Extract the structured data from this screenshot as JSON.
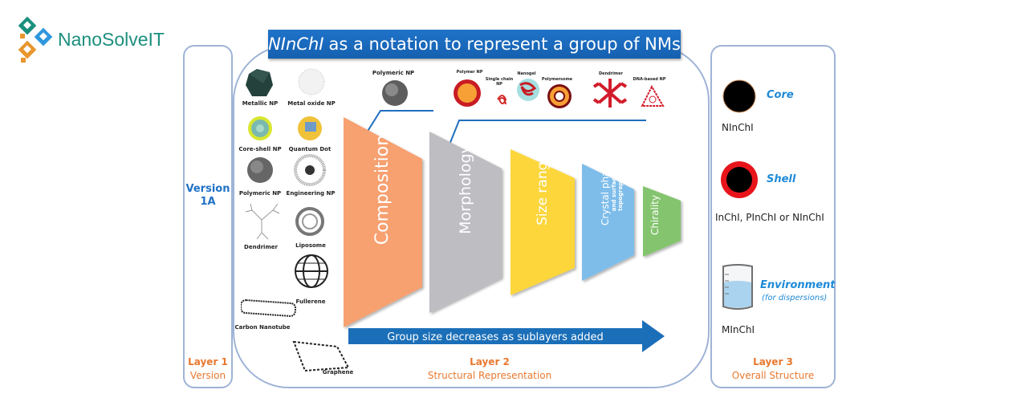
{
  "logo": {
    "text": "NanoSolveIT",
    "icon": "nanosolveit-logo-icon"
  },
  "title": {
    "italic": "NInChI",
    "rest": "as a notation to represent a group of NMs"
  },
  "layer1": {
    "version_line1": "Version",
    "version_line2": "1A",
    "layer_label": "Layer 1",
    "layer_name": "Version"
  },
  "layer2": {
    "layer_label": "Layer 2",
    "layer_name": "Structural Representation",
    "arrow_text": "Group size decreases as sublayers added",
    "nanomaterials": [
      {
        "label": "Metallic NP",
        "icon": "metallic-np-icon"
      },
      {
        "label": "Metal oxide NP",
        "icon": "metal-oxide-np-icon"
      },
      {
        "label": "Core-shell NP",
        "icon": "core-shell-np-icon"
      },
      {
        "label": "Quantum Dot",
        "icon": "quantum-dot-icon"
      },
      {
        "label": "Polymeric NP",
        "icon": "polymeric-np-icon"
      },
      {
        "label": "Engineering NP",
        "icon": "engineering-np-icon"
      },
      {
        "label": "Dendrimer",
        "icon": "dendrimer-icon"
      },
      {
        "label": "Liposome",
        "icon": "liposome-icon"
      },
      {
        "label": "Fullerene",
        "icon": "fullerene-icon"
      },
      {
        "label": "Carbon Nanotube",
        "icon": "carbon-nanotube-icon"
      },
      {
        "label": "Graphene",
        "icon": "graphene-icon"
      }
    ],
    "composition_example": {
      "label": "Polymeric NP",
      "icon": "polymeric-np-icon"
    },
    "morphology_examples": [
      {
        "label": "Polymer NP",
        "icon": "polymer-np-icon"
      },
      {
        "label": "Single chain NP",
        "icon": "single-chain-np-icon"
      },
      {
        "label": "Nanogel",
        "icon": "nanogel-icon"
      },
      {
        "label": "Polymersome",
        "icon": "polymersome-icon"
      },
      {
        "label": "Dendrimer",
        "icon": "dendrimer-icon"
      },
      {
        "label": "DNA-based NP",
        "icon": "dna-based-np-icon"
      }
    ],
    "sublayers": [
      {
        "label": "Composition",
        "sub": "",
        "color": "#f7a070"
      },
      {
        "label": "Morphology",
        "sub": "",
        "color": "#bdbdc2"
      },
      {
        "label": "Size range",
        "sub": "",
        "color": "#fcd63a"
      },
      {
        "label": "Crystal phase",
        "sub": "and surface topography",
        "color": "#7ebdea"
      },
      {
        "label": "Chirality",
        "sub": "",
        "color": "#84c46e"
      }
    ]
  },
  "layer3": {
    "layer_label": "Layer 3",
    "layer_name": "Overall Structure",
    "items": [
      {
        "title": "Core",
        "notation": "NInChI",
        "icon": "core-icon"
      },
      {
        "title": "Shell",
        "notation": "InChI, PInChI or NInChI",
        "icon": "shell-icon"
      },
      {
        "title": "Environment",
        "subtitle": "(for dispersions)",
        "notation": "MInChI",
        "icon": "beaker-icon"
      }
    ]
  },
  "colors": {
    "accent_blue": "#1f72c6",
    "layer_orange": "#e8782f",
    "logo_teal": "#1b8f7e"
  }
}
